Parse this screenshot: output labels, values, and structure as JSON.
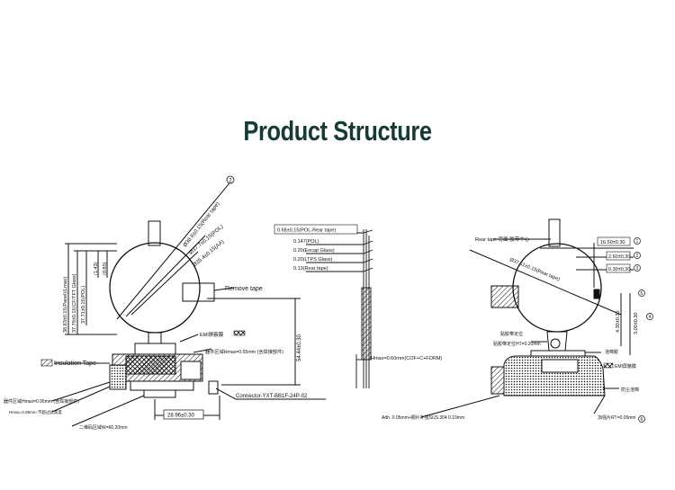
{
  "page": {
    "title": "Product Structure"
  },
  "drawing": {
    "left": {
      "diam_outer": "Ø38.6±0.15(Rear tape)",
      "diam_pol": "Ø37.7±0.15(POL)",
      "diam_aa": "Ø35.4±0.15(AA)",
      "remove_tape": "Remove tape",
      "dim_height": "38.83±0.15(Panel)(Lmax)",
      "dim_panel": "37.79±0.15(CF/TFT Glass)",
      "dim_pol": "37.71±0.15(POL)",
      "dim_small_1": "(1.43)",
      "dim_small_2": "(0.85)",
      "emi_label": "EMI屏蔽膜",
      "device_thickness": "器件区域Hmax=0.55mm (含焊接部件)",
      "insulation_tape": "Insulation Tape",
      "component_hmax": "器件区域Hmax=0.95mm (含焊接部件)",
      "component_note": "Hmax=0.95mm 不超过此高度",
      "fpc_width": "二维码区域W=60.20mm",
      "connector": "Connector-YXT-BB1F-24P-02",
      "dim_right": "54.44±0.30",
      "dim_bottom": "28.96±0.30"
    },
    "middle": {
      "layers": [
        "0.68±0.15(POL-Rear tape)",
        "0.147(POL)",
        "0.20(Encap Glass)",
        "0.20(LTPS Glass)",
        "0.13(Rear tape)"
      ],
      "hmax": "Hmax=0.60mm(COF+C+FORM)"
    },
    "right": {
      "rear_tape": "Rear tape 背面 胶带中心",
      "diam": "Ø37.61±0.15(Rear tape)",
      "dim_1": "16.50±0.30",
      "dim_2": "2.60±0.30",
      "dim_3": "0.30±0.30",
      "dim_4": "4.30±0.30",
      "dim_5": "3.00±0.30",
      "note_1": "贴胶带定位",
      "note_2": "贴胶带定位HT=0.20mm",
      "note_3": "泡棉胶",
      "emi": "EMI屏蔽膜",
      "note_4": "防尘泡棉",
      "adh": "Adh. 0.05mm+钢片补强SUS 304 0.10mm",
      "note_5": "加强片RT=0.05mm",
      "n1": "1",
      "n2": "2",
      "n3": "3",
      "n4": "4",
      "n5": "5",
      "n6": "6"
    }
  }
}
